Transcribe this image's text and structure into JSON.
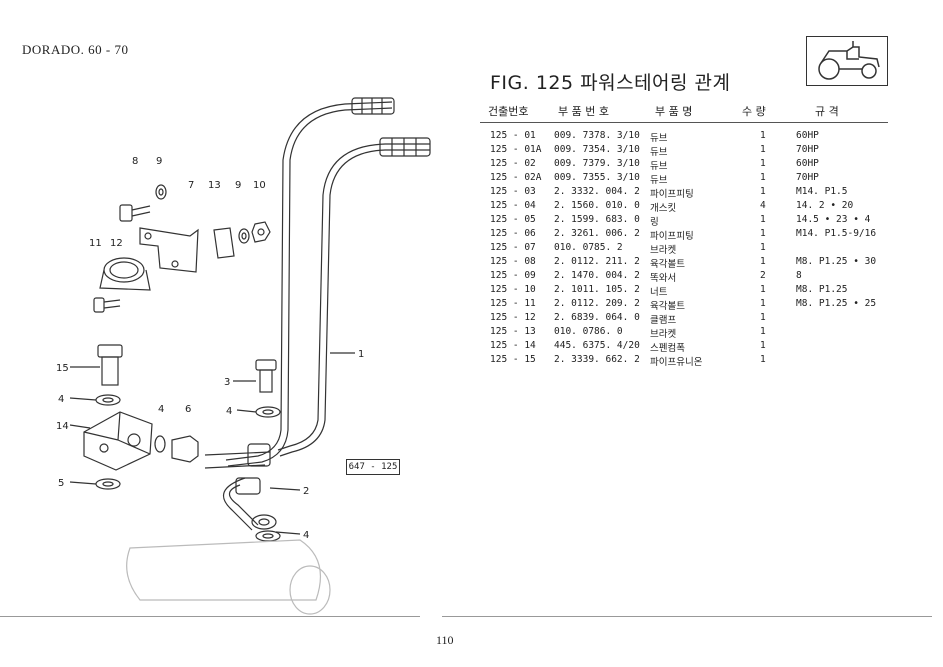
{
  "header": {
    "model": "DORADO. 60 - 70"
  },
  "figure": {
    "title": "FIG. 125 파워스테어링 관계",
    "reference": "647 - 125"
  },
  "page_number": "110",
  "table": {
    "headers": [
      "건출번호",
      "부 품 번 호",
      "부 품 명",
      "수 량",
      "규    격"
    ],
    "rows": [
      {
        "ref": "125 - 01",
        "part": "009. 7378. 3/10",
        "name": "듀브",
        "qty": "1",
        "spec": "60HP"
      },
      {
        "ref": "125 - 01A",
        "part": "009. 7354. 3/10",
        "name": "듀브",
        "qty": "1",
        "spec": "70HP"
      },
      {
        "ref": "125 - 02",
        "part": "009. 7379. 3/10",
        "name": "듀브",
        "qty": "1",
        "spec": "60HP"
      },
      {
        "ref": "125 - 02A",
        "part": "009. 7355. 3/10",
        "name": "듀브",
        "qty": "1",
        "spec": "70HP"
      },
      {
        "ref": "125 - 03",
        "part": "2. 3332. 004. 2",
        "name": "파이프피팅",
        "qty": "1",
        "spec": "M14.  P1.5"
      },
      {
        "ref": "125 - 04",
        "part": "2. 1560. 010. 0",
        "name": "개스킷",
        "qty": "4",
        "spec": "14. 2 • 20"
      },
      {
        "ref": "125 - 05",
        "part": "2. 1599. 683. 0",
        "name": "링",
        "qty": "1",
        "spec": "14.5 • 23 • 4"
      },
      {
        "ref": "125 - 06",
        "part": "2. 3261. 006. 2",
        "name": "파이프피팅",
        "qty": "1",
        "spec": "M14.  P1.5-9/16"
      },
      {
        "ref": "125 - 07",
        "part": "010. 0785. 2",
        "name": "브라켓",
        "qty": "1",
        "spec": ""
      },
      {
        "ref": "125 - 08",
        "part": "2. 0112. 211. 2",
        "name": "육각볼트",
        "qty": "1",
        "spec": "M8.  P1.25 • 30"
      },
      {
        "ref": "125 - 09",
        "part": "2. 1470. 004. 2",
        "name": "똑와서",
        "qty": "2",
        "spec": "8"
      },
      {
        "ref": "125 - 10",
        "part": "2. 1011. 105. 2",
        "name": "너트",
        "qty": "1",
        "spec": "M8.  P1.25"
      },
      {
        "ref": "125 - 11",
        "part": "2. 0112. 209. 2",
        "name": "육각볼트",
        "qty": "1",
        "spec": "M8.  P1.25 • 25"
      },
      {
        "ref": "125 - 12",
        "part": "2. 6839. 064. 0",
        "name": "클램프",
        "qty": "1",
        "spec": ""
      },
      {
        "ref": "125 - 13",
        "part": "010. 0786. 0",
        "name": "브라켓",
        "qty": "1",
        "spec": ""
      },
      {
        "ref": "125 - 14",
        "part": "445. 6375. 4/20",
        "name": "스펜컴폭",
        "qty": "1",
        "spec": ""
      },
      {
        "ref": "125 - 15",
        "part": "2. 3339. 662. 2",
        "name": "파이프유니온",
        "qty": "1",
        "spec": ""
      }
    ]
  },
  "callouts": {
    "c1": "1",
    "c2": "2",
    "c3": "3",
    "c4a": "4",
    "c4b": "4",
    "c4c": "4",
    "c4d": "4",
    "c5": "5",
    "c6": "6",
    "c7": "7",
    "c8": "8",
    "c9a": "9",
    "c9b": "9",
    "c10": "10",
    "c11": "11",
    "c12": "12",
    "c13": "13",
    "c14": "14",
    "c15": "15"
  },
  "icons": {
    "tractor": "tractor-icon"
  }
}
